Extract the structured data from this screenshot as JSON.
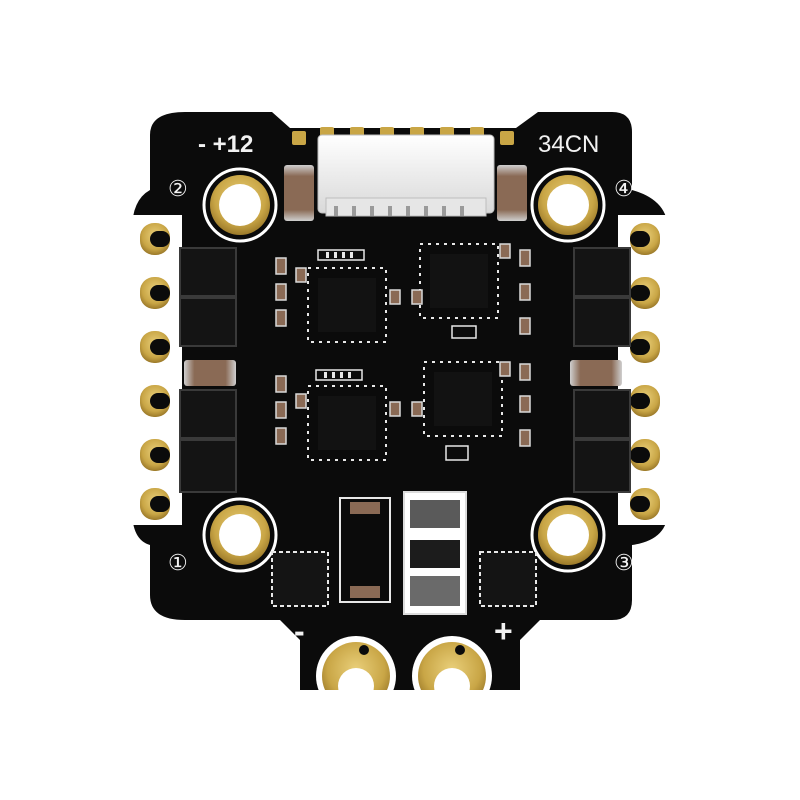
{
  "board": {
    "top_left_label": "- +12",
    "top_right_label": "34CN",
    "mount_labels": [
      "②",
      "④",
      "①",
      "③"
    ],
    "power_neg_label": "-",
    "power_pos_label": "+"
  },
  "colors": {
    "pcb": "#0b0b0b",
    "gold": "#c9a646",
    "silkscreen": "#f2f2f2",
    "chip": "#151515",
    "capacitor": "#8a6a55"
  }
}
